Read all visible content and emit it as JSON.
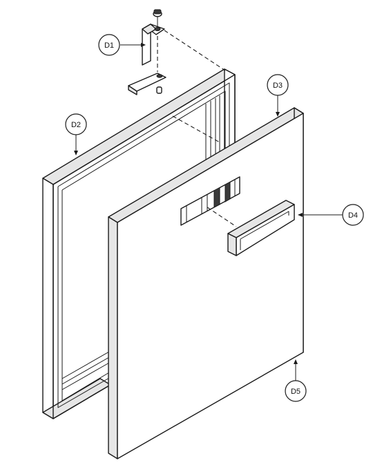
{
  "callouts": [
    {
      "id": "d1",
      "label": "D1",
      "part": "hinge-bracket"
    },
    {
      "id": "d2",
      "label": "D2",
      "part": "door-frame"
    },
    {
      "id": "d3",
      "label": "D3",
      "part": "door-panel"
    },
    {
      "id": "d4",
      "label": "D4",
      "part": "door-handle"
    },
    {
      "id": "d5",
      "label": "D5",
      "part": "door-panel-bottom"
    }
  ]
}
